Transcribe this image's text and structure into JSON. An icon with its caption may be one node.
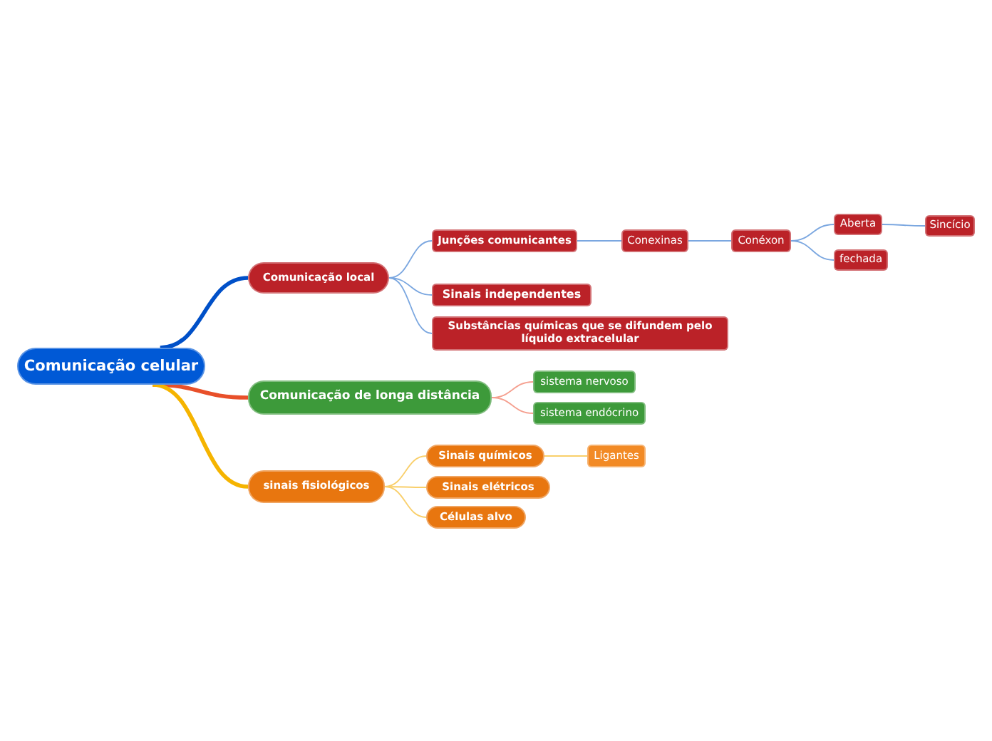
{
  "diagram": {
    "nodes": [
      {
        "text": [
          "Comunicação celular"
        ]
      },
      {
        "text": [
          "Comunicação local"
        ]
      },
      {
        "text": [
          "Junções comunicantes"
        ]
      },
      {
        "text": [
          "Conexinas"
        ]
      },
      {
        "text": [
          "Conéxon"
        ]
      },
      {
        "text": [
          "Aberta"
        ]
      },
      {
        "text": [
          "Sincício"
        ]
      },
      {
        "text": [
          "fechada"
        ]
      },
      {
        "text": [
          "Sinais independentes"
        ]
      },
      {
        "text": [
          "Substâncias químicas que se difundem pelo líquido extracelular"
        ]
      },
      {
        "text": [
          "Comunicação de longa distância"
        ]
      },
      {
        "text": [
          "sistema nervoso"
        ]
      },
      {
        "text": [
          "sistema endócrino"
        ]
      },
      {
        "text": [
          "sinais fisiológicos"
        ]
      },
      {
        "text": [
          "Sinais químicos"
        ]
      },
      {
        "text": [
          "Sinais elétricos"
        ]
      },
      {
        "text": [
          "Células alvo"
        ]
      },
      {
        "text": [
          "Ligantes"
        ]
      }
    ],
    "edges": [
      {
        "from": 0,
        "to": 1,
        "arrow": "none",
        "style": "thick",
        "color": "#0050c8"
      },
      {
        "from": 0,
        "to": 10,
        "arrow": "none",
        "style": "thick",
        "color": "#e8502a"
      },
      {
        "from": 0,
        "to": 13,
        "arrow": "none",
        "style": "thick",
        "color": "#f5b400"
      },
      {
        "from": 1,
        "to": 2,
        "arrow": "none"
      },
      {
        "from": 1,
        "to": 8,
        "arrow": "none"
      },
      {
        "from": 1,
        "to": 9,
        "arrow": "none"
      },
      {
        "from": 2,
        "to": 3,
        "arrow": "none"
      },
      {
        "from": 3,
        "to": 4,
        "arrow": "none"
      },
      {
        "from": 4,
        "to": 5,
        "arrow": "none"
      },
      {
        "from": 4,
        "to": 7,
        "arrow": "none"
      },
      {
        "from": 5,
        "to": 6,
        "arrow": "none"
      },
      {
        "from": 10,
        "to": 11,
        "arrow": "none",
        "color": "#f5a090"
      },
      {
        "from": 10,
        "to": 12,
        "arrow": "none",
        "color": "#f5a090"
      },
      {
        "from": 13,
        "to": 14,
        "arrow": "none",
        "color": "#f9cf6a"
      },
      {
        "from": 13,
        "to": 15,
        "arrow": "none",
        "color": "#f9cf6a"
      },
      {
        "from": 13,
        "to": 16,
        "arrow": "none",
        "color": "#f9cf6a"
      },
      {
        "from": 14,
        "to": 17,
        "arrow": "none",
        "color": "#f9cf6a"
      }
    ]
  }
}
